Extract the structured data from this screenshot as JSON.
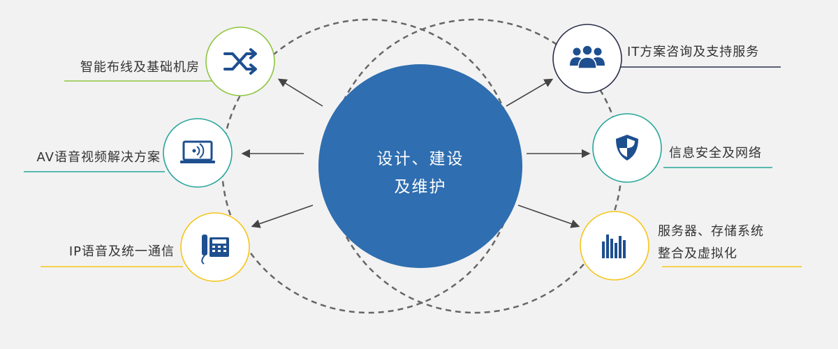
{
  "center": {
    "line1": "设计、建设",
    "line2": "及维护"
  },
  "nodes": [
    {
      "label": "智能布线及基础机房",
      "icon": "shuffle-icon",
      "color": "#8dc63f"
    },
    {
      "label": "AV语音视频解决方案",
      "icon": "laptop-wifi-icon",
      "color": "#26a69a"
    },
    {
      "label": "IP语音及统一通信",
      "icon": "desk-phone-icon",
      "color": "#f5c518"
    },
    {
      "label": "IT方案咨询及支持服务",
      "icon": "users-group-icon",
      "color": "#2b2f4a"
    },
    {
      "label": "信息安全及网络",
      "icon": "shield-icon",
      "color": "#26a69a"
    },
    {
      "label_line1": "服务器、存储系统",
      "label_line2": "整合及虚拟化",
      "icon": "equalizer-bars-icon",
      "color": "#f5c518"
    }
  ],
  "colors": {
    "accent": "#2f6eb0",
    "icon": "#1e4f8f",
    "dash": "#666666",
    "arrow": "#444444"
  }
}
